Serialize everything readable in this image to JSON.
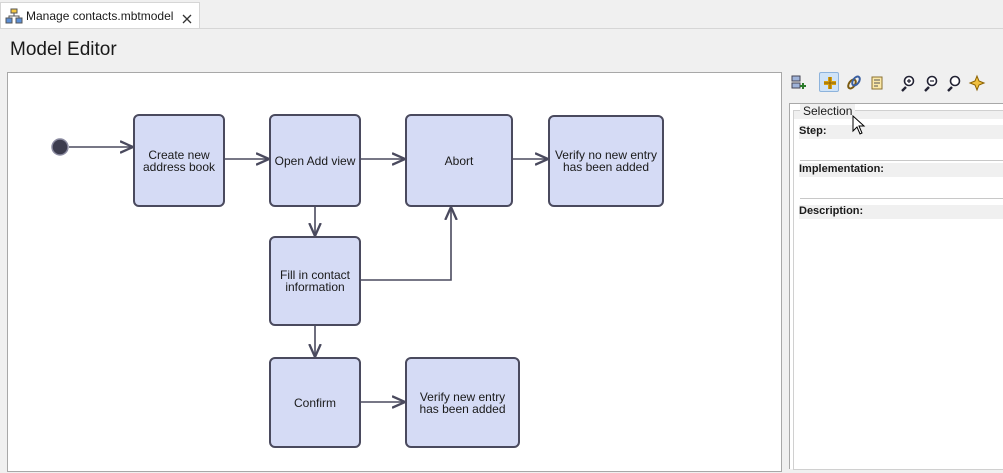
{
  "tab": {
    "label": "Manage contacts.mbtmodel"
  },
  "editor": {
    "title": "Model Editor"
  },
  "diagram": {
    "nodes": [
      {
        "id": "create",
        "label": "Create new address book"
      },
      {
        "id": "openadd",
        "label": "Open Add view"
      },
      {
        "id": "abort",
        "label": "Abort"
      },
      {
        "id": "verify_no",
        "label": "Verify no new entry has been added"
      },
      {
        "id": "fill",
        "label": "Fill in contact information"
      },
      {
        "id": "confirm",
        "label": "Confirm"
      },
      {
        "id": "verify_new",
        "label": "Verify new entry has been added"
      }
    ]
  },
  "toolbar": {
    "buttons": [
      {
        "icon": "add-step-icon",
        "active": false
      },
      {
        "icon": "add-node-icon",
        "active": true
      },
      {
        "icon": "add-link-icon",
        "active": false
      },
      {
        "icon": "notes-icon",
        "active": false
      },
      {
        "icon": "zoom-in-icon",
        "active": false
      },
      {
        "icon": "zoom-out-icon",
        "active": false
      },
      {
        "icon": "zoom-reset-icon",
        "active": false
      },
      {
        "icon": "fit-view-icon",
        "active": false
      }
    ]
  },
  "selection": {
    "legend": "Selection",
    "step_label": "Step:",
    "step_value": "",
    "implementation_label": "Implementation:",
    "implementation_value": "",
    "description_label": "Description:",
    "description_value": ""
  },
  "colors": {
    "node_fill": "#d5dbf5",
    "node_border": "#4a4a5e",
    "edge": "#4a4a5e",
    "active_button": "#cfe3f7"
  }
}
